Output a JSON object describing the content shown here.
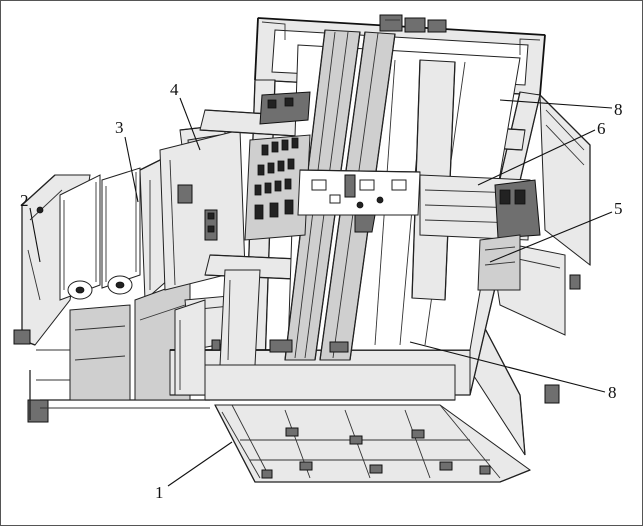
{
  "labels": {
    "l1": "1",
    "l2": "2",
    "l3": "3",
    "l4": "4",
    "l5": "5",
    "l6": "6",
    "l8a": "8",
    "l8b": "8"
  }
}
